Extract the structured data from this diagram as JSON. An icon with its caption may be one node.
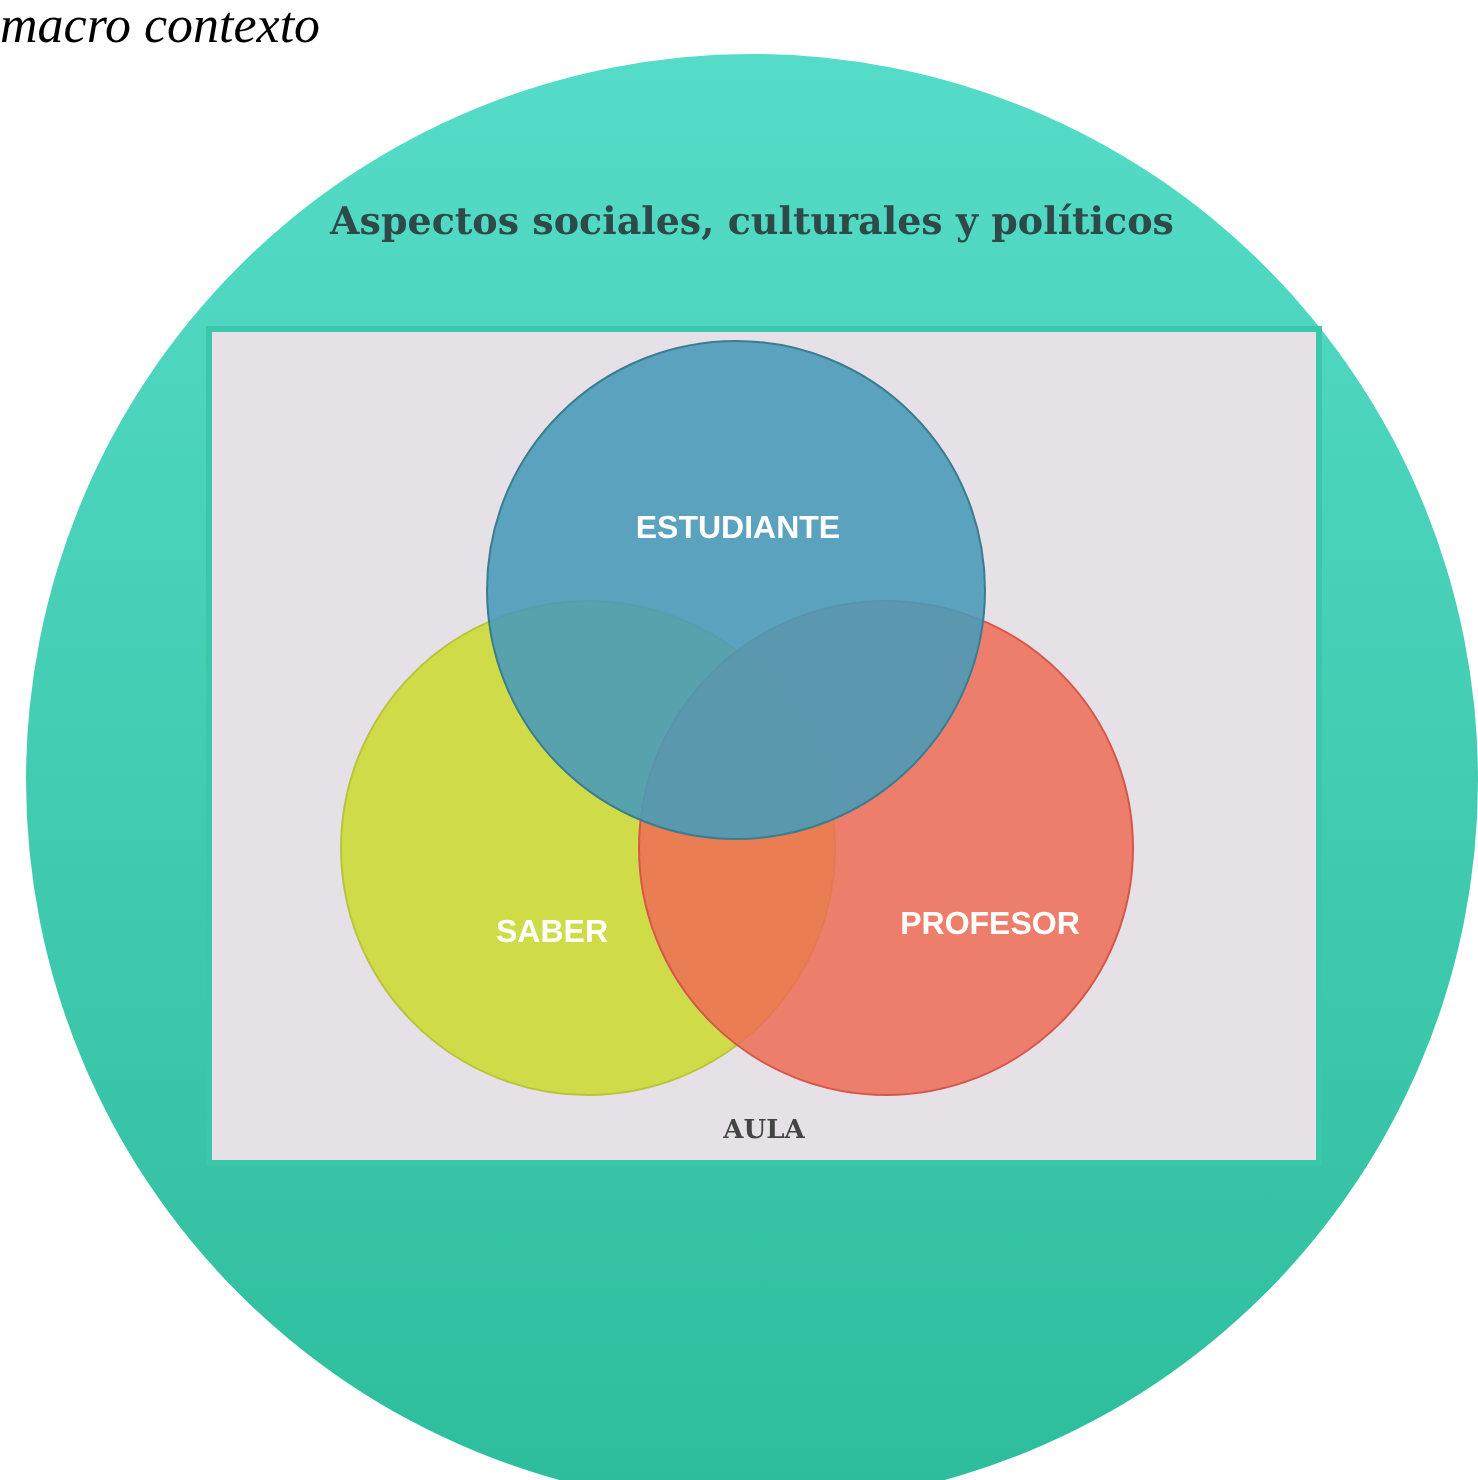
{
  "diagram": {
    "title": "macro contexto",
    "nodes": [
      {
        "text": [
          "Aspectos sociales, culturales y políticos"
        ]
      },
      {
        "text": [
          "AULA"
        ],
        "in": 0
      },
      {
        "text": [
          "ESTUDIANTE"
        ],
        "in": 1
      },
      {
        "text": [
          "SABER"
        ],
        "in": 1
      },
      {
        "text": [
          "PROFESOR"
        ],
        "in": 1
      }
    ]
  }
}
